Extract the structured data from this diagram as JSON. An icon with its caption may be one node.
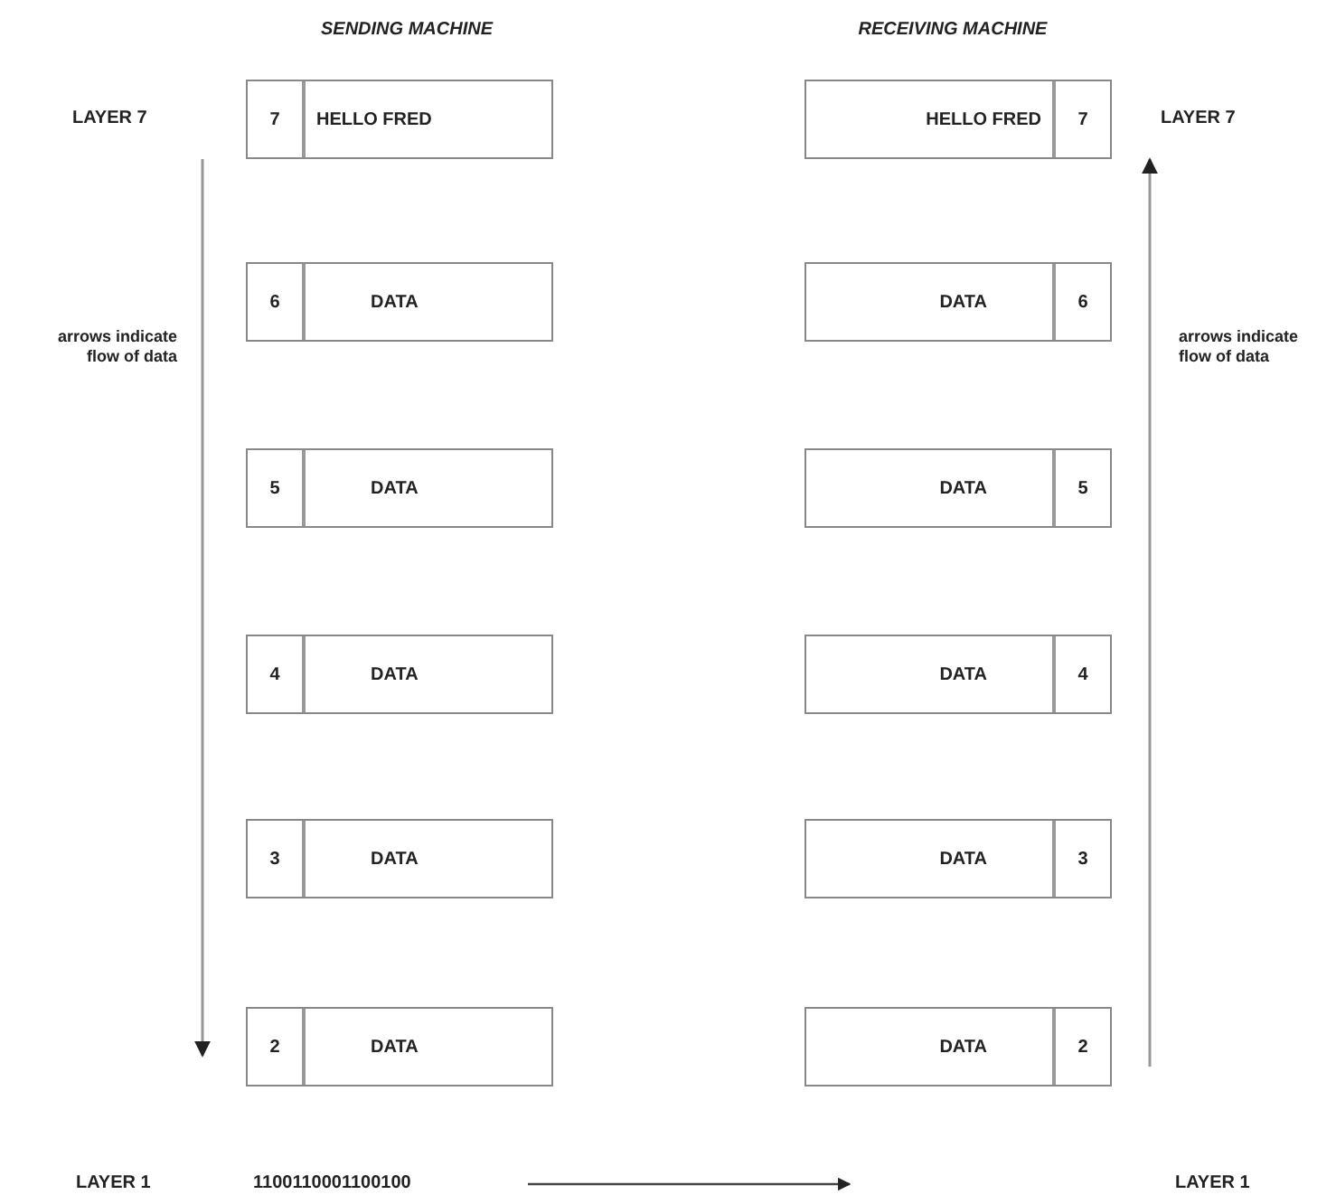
{
  "diagram": {
    "nodes": [
      {
        "text": [
          "7",
          "HELLO FRED"
        ]
      },
      {
        "text": [
          "HELLO FRED",
          "7"
        ]
      },
      {
        "text": [
          "6",
          "DATA"
        ]
      },
      {
        "text": [
          "DATA",
          "6"
        ]
      },
      {
        "text": [
          "5",
          "DATA"
        ]
      },
      {
        "text": [
          "DATA",
          "5"
        ]
      },
      {
        "text": [
          "4",
          "DATA"
        ]
      },
      {
        "text": [
          "DATA",
          "4"
        ]
      },
      {
        "text": [
          "3",
          "DATA"
        ]
      },
      {
        "text": [
          "DATA",
          "3"
        ]
      },
      {
        "text": [
          "2",
          "DATA"
        ]
      },
      {
        "text": [
          "DATA",
          "2"
        ]
      }
    ],
    "edges": [],
    "labels": [
      "SENDING MACHINE",
      "RECEIVING MACHINE",
      "LAYER 7",
      "LAYER 7",
      "arrows indicate flow of data",
      "arrows indicate flow of data",
      "LAYER 1",
      "1100110001100100",
      "LAYER 1"
    ]
  }
}
